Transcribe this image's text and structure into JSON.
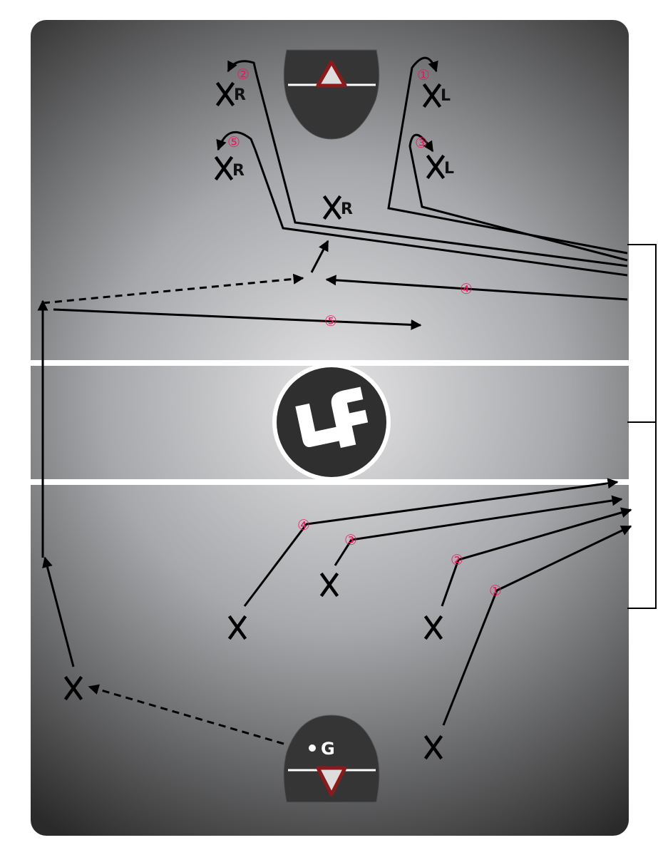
{
  "diagram": {
    "logo_text": "LF",
    "top_players": [
      {
        "id": "attack-2",
        "hand": "R",
        "number": "②"
      },
      {
        "id": "attack-5",
        "hand": "R",
        "number": "⑤"
      },
      {
        "id": "attack-center",
        "hand": "R"
      },
      {
        "id": "attack-1",
        "hand": "L",
        "number": "①"
      },
      {
        "id": "attack-3",
        "hand": "L",
        "number": "③"
      }
    ],
    "path_numbers": {
      "four_top": "④",
      "five_mid": "⑤",
      "one": "①",
      "two": "②",
      "three": "③",
      "four_bottom": "④"
    },
    "goalie_label": "G",
    "colors": {
      "route_number": "#e8185c",
      "crease": "#353535",
      "goal": "#8b1a1d"
    }
  }
}
